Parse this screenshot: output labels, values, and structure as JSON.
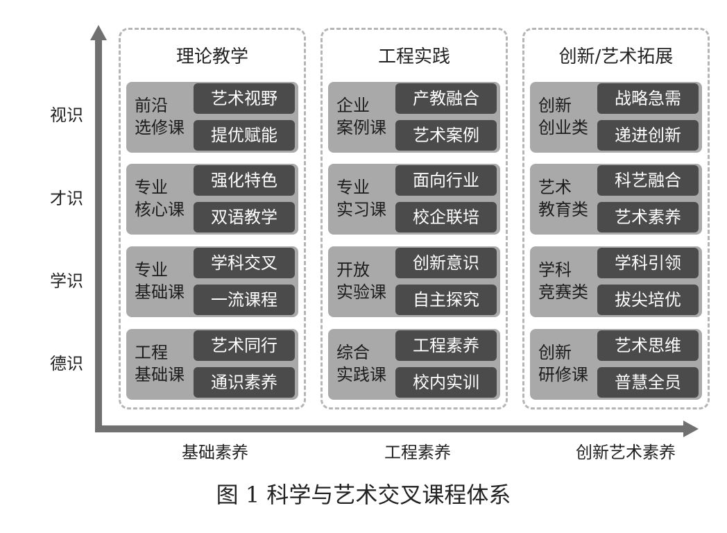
{
  "y_axis": {
    "labels": [
      "视识",
      "才识",
      "学识",
      "德识"
    ]
  },
  "x_axis": {
    "labels": [
      "基础素养",
      "工程素养",
      "创新艺术素养"
    ]
  },
  "panels": [
    {
      "title": "理论教学",
      "groups": [
        {
          "label_lines": [
            "前沿",
            "选修课"
          ],
          "chips": [
            "艺术视野",
            "提优赋能"
          ]
        },
        {
          "label_lines": [
            "专业",
            "核心课"
          ],
          "chips": [
            "强化特色",
            "双语教学"
          ]
        },
        {
          "label_lines": [
            "专业",
            "基础课"
          ],
          "chips": [
            "学科交叉",
            "一流课程"
          ]
        },
        {
          "label_lines": [
            "工程",
            "基础课"
          ],
          "chips": [
            "艺术同行",
            "通识素养"
          ]
        }
      ]
    },
    {
      "title": "工程实践",
      "groups": [
        {
          "label_lines": [
            "企业",
            "案例课"
          ],
          "chips": [
            "产教融合",
            "艺术案例"
          ]
        },
        {
          "label_lines": [
            "专业",
            "实习课"
          ],
          "chips": [
            "面向行业",
            "校企联培"
          ]
        },
        {
          "label_lines": [
            "开放",
            "实验课"
          ],
          "chips": [
            "创新意识",
            "自主探究"
          ]
        },
        {
          "label_lines": [
            "综合",
            "实践课"
          ],
          "chips": [
            "工程素养",
            "校内实训"
          ]
        }
      ]
    },
    {
      "title": "创新/艺术拓展",
      "groups": [
        {
          "label_lines": [
            "创新",
            "创业类"
          ],
          "chips": [
            "战略急需",
            "递进创新"
          ]
        },
        {
          "label_lines": [
            "艺术",
            "教育类"
          ],
          "chips": [
            "科艺融合",
            "艺术素养"
          ]
        },
        {
          "label_lines": [
            "学科",
            "竞赛类"
          ],
          "chips": [
            "学科引领",
            "拔尖培优"
          ]
        },
        {
          "label_lines": [
            "创新",
            "研修课"
          ],
          "chips": [
            "艺术思维",
            "普慧全员"
          ]
        }
      ]
    }
  ],
  "caption": "图 1  科学与艺术交叉课程体系",
  "colors": {
    "axis": "#707070",
    "group_bg": "#a9a9a9",
    "chip_bg": "#4b4b4b",
    "panel_border": "#b5b5b5"
  }
}
